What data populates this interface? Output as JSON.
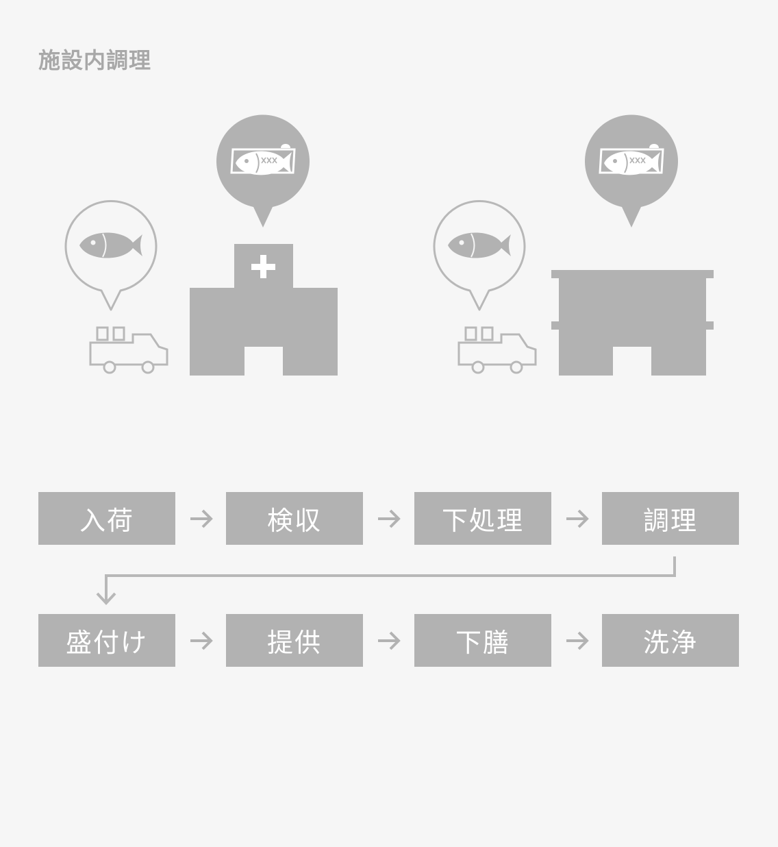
{
  "title": "施設内調理",
  "colors": {
    "background": "#f6f6f6",
    "gray_fill": "#b2b2b2",
    "gray_line": "#b8b8b8",
    "white": "#ffffff"
  },
  "icons": [
    "fish-pin-icon",
    "delivery-truck-icon",
    "hospital-building-icon",
    "prepared-fish-dish-pin-icon",
    "school-building-icon"
  ],
  "flow": {
    "row1": [
      "入荷",
      "検収",
      "下処理",
      "調理"
    ],
    "row2": [
      "盛付け",
      "提供",
      "下膳",
      "洗浄"
    ]
  }
}
